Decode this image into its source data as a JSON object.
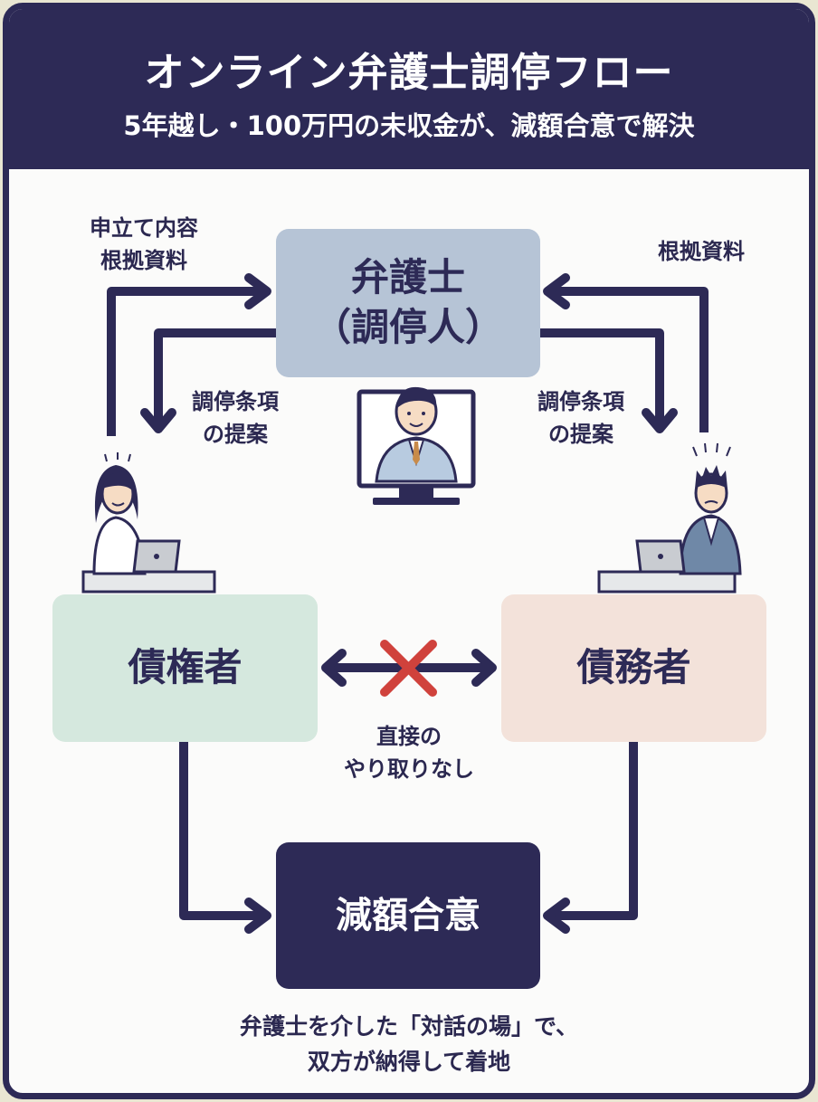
{
  "title": "オンライン弁護士調停フロー",
  "subtitle": "5年越し・100万円の未収金が、減額合意で解決",
  "nodes": {
    "lawyer_line1": "弁護士",
    "lawyer_line2": "（調停人）",
    "creditor": "債権者",
    "debtor": "債務者",
    "result": "減額合意"
  },
  "labels": {
    "creditor_submit_line1": "申立て内容",
    "creditor_submit_line2": "根拠資料",
    "debtor_submit": "根拠資料",
    "proposal_left_line1": "調停条項",
    "proposal_left_line2": "の提案",
    "proposal_right_line1": "調停条項",
    "proposal_right_line2": "の提案",
    "no_direct_line1": "直接の",
    "no_direct_line2": "やり取りなし",
    "footer_line1": "弁護士を介した「対話の場」で、",
    "footer_line2": "双方が納得して着地"
  },
  "colors": {
    "navy": "#2d2a56",
    "lawyer_box": "#b6c4d6",
    "creditor_box": "#d5e8de",
    "debtor_box": "#f3e2da",
    "cross": "#d0423c"
  }
}
